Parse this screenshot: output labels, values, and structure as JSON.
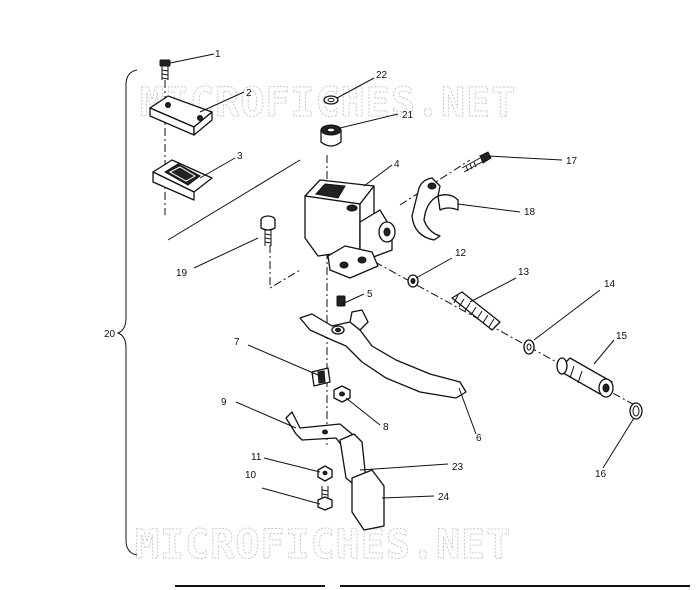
{
  "watermark": "MICROFICHES.NET",
  "assembly_label": "20",
  "callouts": {
    "c1": "1",
    "c2": "2",
    "c3": "3",
    "c4": "4",
    "c5": "5",
    "c6": "6",
    "c7": "7",
    "c8": "8",
    "c9": "9",
    "c10": "10",
    "c11": "11",
    "c12": "12",
    "c13": "13",
    "c14": "14",
    "c15": "15",
    "c16": "16",
    "c17": "17",
    "c18": "18",
    "c19": "19",
    "c21": "21",
    "c22": "22",
    "c23": "23",
    "c24": "24"
  }
}
